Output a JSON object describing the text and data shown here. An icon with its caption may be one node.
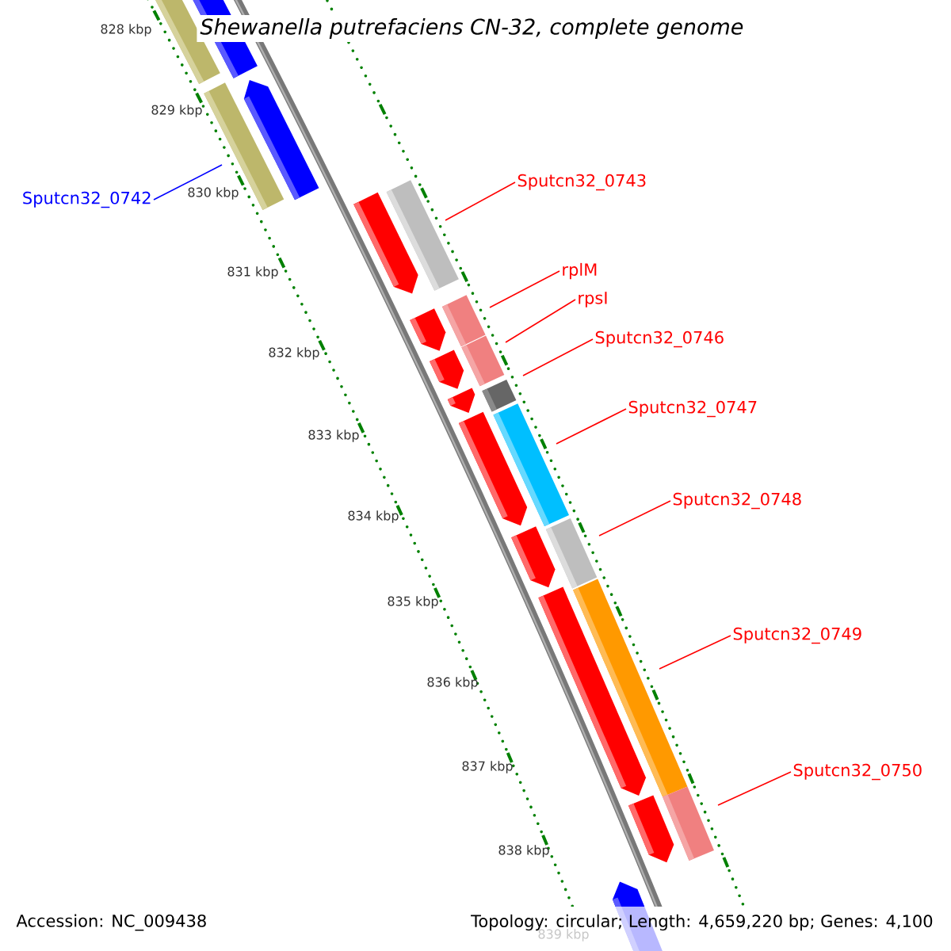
{
  "diagram": {
    "title": "Shewanella putrefaciens CN-32, complete genome",
    "nodes": [
      {
        "text": [
          "Sputcn32_0743"
        ]
      },
      {
        "text": [
          "Sputcn32_0742"
        ]
      },
      {
        "text": [
          "rplM"
        ]
      },
      {
        "text": [
          "rpsI"
        ]
      },
      {
        "text": [
          "Sputcn32_0746"
        ]
      },
      {
        "text": [
          "Sputcn32_0747"
        ]
      },
      {
        "text": [
          "Sputcn32_0748"
        ]
      },
      {
        "text": [
          "Sputcn32_0749"
        ]
      },
      {
        "text": [
          "Sputcn32_0750"
        ]
      }
    ],
    "edges": [
      {
        "from": 0,
        "to": null,
        "arrow": "none"
      },
      {
        "from": 1,
        "to": null,
        "arrow": "none",
        "color": "#0000ff"
      },
      {
        "from": 2,
        "to": null,
        "arrow": "none"
      },
      {
        "from": 3,
        "to": null,
        "arrow": "none"
      },
      {
        "from": 4,
        "to": null,
        "arrow": "none"
      },
      {
        "from": 5,
        "to": null,
        "arrow": "none"
      },
      {
        "from": 6,
        "to": null,
        "arrow": "none"
      },
      {
        "from": 7,
        "to": null,
        "arrow": "none"
      },
      {
        "from": 8,
        "to": null,
        "arrow": "none"
      }
    ],
    "labels": [
      "828 kbp",
      "829 kbp",
      "830 kbp",
      "831 kbp",
      "832 kbp",
      "833 kbp",
      "834 kbp",
      "835 kbp",
      "836 kbp",
      "837 kbp",
      "838 kbp",
      "839 kbp",
      "Accession: NC_009438",
      "Topology: circular; Length: 4,659,220 bp; Genes: 4,100"
    ]
  }
}
